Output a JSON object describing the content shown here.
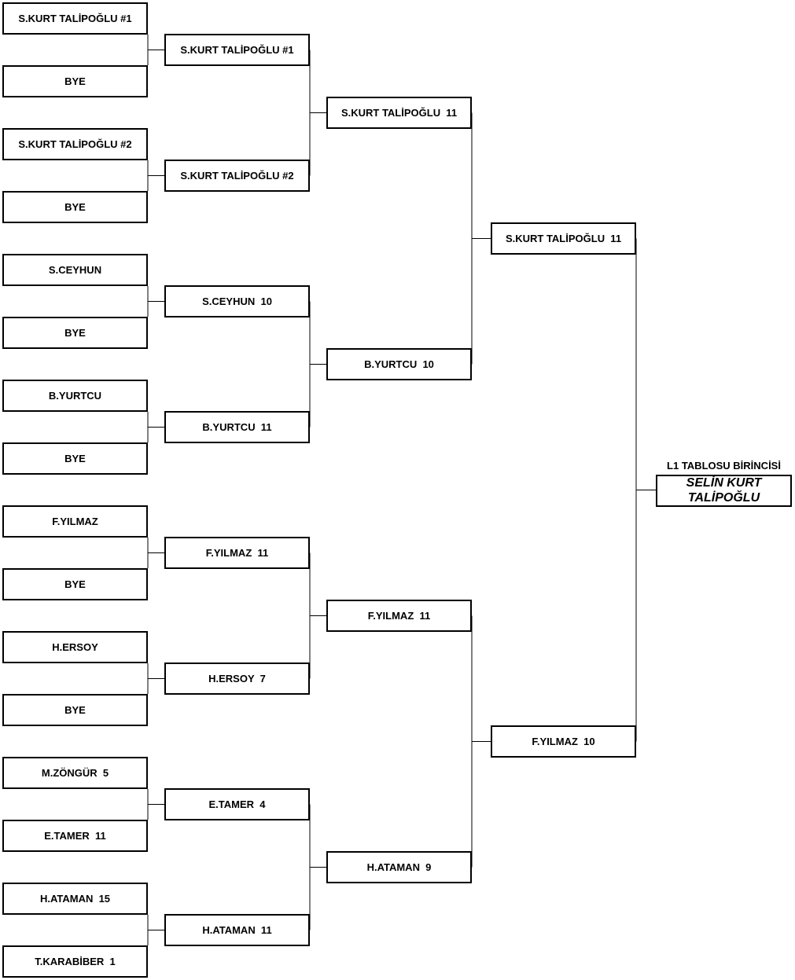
{
  "bracket": {
    "rounds": [
      {
        "entries": [
          "S.KURT TALİPOĞLU #1",
          "BYE",
          "S.KURT TALİPOĞLU #2",
          "BYE",
          "S.CEYHUN",
          "BYE",
          "B.YURTCU",
          "BYE",
          "F.YILMAZ",
          "BYE",
          "H.ERSOY",
          "BYE",
          "M.ZÖNGÜR  5",
          "E.TAMER  11",
          "H.ATAMAN  15",
          "T.KARABİBER  1"
        ]
      },
      {
        "entries": [
          "S.KURT TALİPOĞLU #1",
          "S.KURT TALİPOĞLU #2",
          "S.CEYHUN  10",
          "B.YURTCU  11",
          "F.YILMAZ  11",
          "H.ERSOY  7",
          "E.TAMER  4",
          "H.ATAMAN  11"
        ]
      },
      {
        "entries": [
          "S.KURT TALİPOĞLU  11",
          "B.YURTCU  10",
          "F.YILMAZ  11",
          "H.ATAMAN  9"
        ]
      },
      {
        "entries": [
          "S.KURT TALİPOĞLU  11",
          "F.YILMAZ  10"
        ]
      }
    ],
    "winner": {
      "label": "L1 TABLOSU BİRİNCİSİ",
      "name": "SELİN KURT TALİPOĞLU"
    }
  }
}
